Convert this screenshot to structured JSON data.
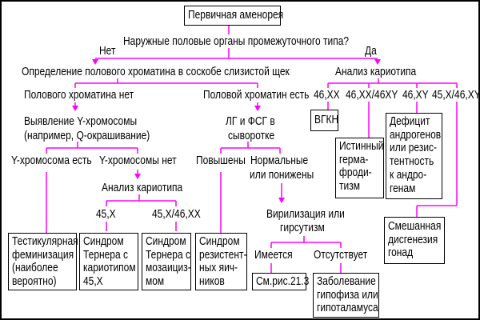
{
  "colors": {
    "connector": "#ff00ff",
    "border": "#000000"
  },
  "root": {
    "title": "Первичная аменорея",
    "question": "Наружные половые органы промежуточного типа?",
    "no": "Нет",
    "yes": "Да"
  },
  "left": {
    "step": "Определение полового хроматина в соскобе слизистой щек",
    "no_chromatin": "Полового хроматина нет",
    "has_chromatin": "Половой хроматин есть",
    "y_detect": [
      "Выявление Y-хромосомы",
      "(например, Q-окрашивание)"
    ],
    "y_yes": "Y-хромосома есть",
    "y_no": "Y-хромосомы нет",
    "karyotype": "Анализ кариотипа",
    "k1": "45,X",
    "k2": "45,X/46,XX",
    "lh": [
      "ЛГ и ФСГ в",
      "сыворотке"
    ],
    "raised": "Повышены",
    "normal": [
      "Нормальные",
      "или понижены"
    ],
    "viril": [
      "Вирилизация или",
      "гирсутизм"
    ],
    "present": "Имеется",
    "absent": "Отсутствует",
    "boxes": {
      "testicular": [
        "Тестикулярная",
        "феминизация",
        "(наиболее",
        "вероятно)"
      ],
      "turner": [
        "Синдром",
        "Тернера с",
        "кариотипом",
        " 45,X"
      ],
      "turner_mosaic": [
        "Синдром",
        "Тернера с",
        "мозаициз-",
        "мом"
      ],
      "resistant": [
        "Синдром",
        "резистент-",
        "ных яич-",
        "ников"
      ],
      "see_fig": [
        "См.рис.21.3"
      ],
      "pituitary": [
        "Заболевание",
        "гипофиза или",
        "гипоталамуса"
      ]
    }
  },
  "right": {
    "karyotype": "Анализ кариотипа",
    "k1": "46,XX",
    "k2": "46,XX/46XY",
    "k3": "46,XY",
    "k4": "45,X/46,XY",
    "boxes": {
      "vgkn": [
        "ВГКН"
      ],
      "true_herm": [
        "Истинный",
        "герма-",
        "фроди-",
        "тизм"
      ],
      "androgen": [
        "Дефицит",
        "андрогенов",
        "или резис-",
        "тентность",
        "к андро-",
        "генам"
      ],
      "mixed": [
        "Смешанная",
        "дисгенезия",
        "гонад"
      ]
    }
  }
}
